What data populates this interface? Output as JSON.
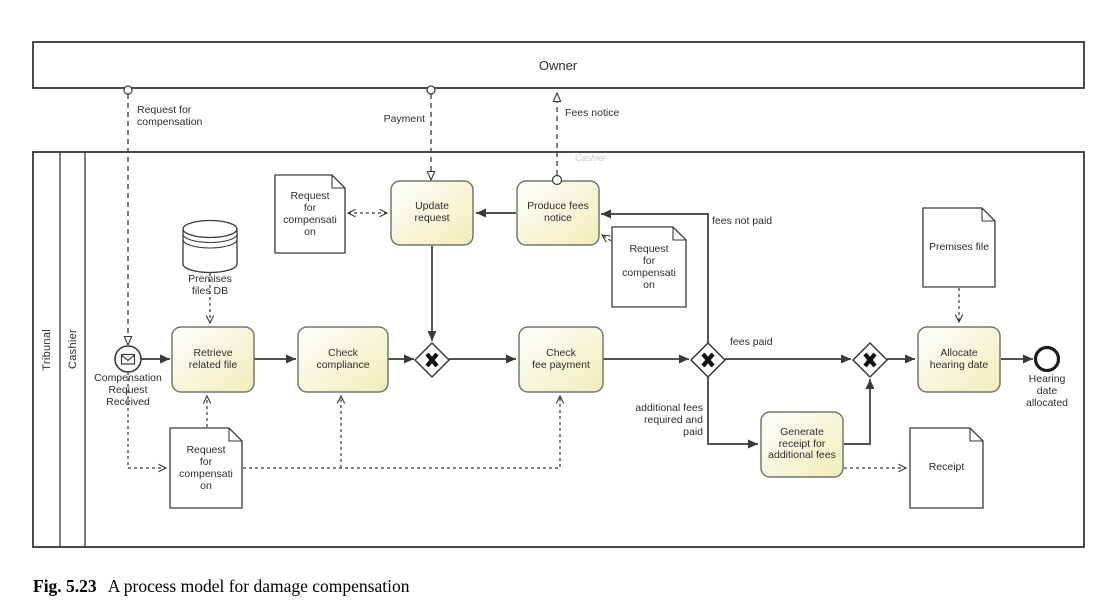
{
  "caption": {
    "fig": "Fig. 5.23",
    "title": "A process model for damage compensation"
  },
  "pools": {
    "owner": {
      "name": "Owner"
    },
    "tribunal": {
      "name": "Tribunal",
      "lane": "Cashier",
      "watermark": "Cashier"
    }
  },
  "events": {
    "start": {
      "label": "Compensation\nRequest\nReceived",
      "icon": "message-envelope"
    },
    "end": {
      "label": "Hearing\ndate\nallocated"
    }
  },
  "tasks": {
    "retrieve_related_file": {
      "label": "Retrieve\nrelated file"
    },
    "check_compliance": {
      "label": "Check\ncompliance"
    },
    "update_request": {
      "label": "Update\nrequest"
    },
    "produce_fees_notice": {
      "label": "Produce fees\nnotice"
    },
    "check_fee_payment": {
      "label": "Check\nfee payment"
    },
    "generate_receipt": {
      "label": "Generate\nreceipt for\nadditional fees"
    },
    "allocate_hearing_date": {
      "label": "Allocate\nhearing date"
    }
  },
  "gateways": {
    "join_before_fee_check": {
      "marker": "X"
    },
    "split_fee_outcome": {
      "marker": "X"
    },
    "merge_before_allocate": {
      "marker": "X"
    }
  },
  "data_objects": {
    "request_doc_update": {
      "label": "Request\nfor\ncompensati\non"
    },
    "request_doc_notice": {
      "label": "Request\nfor\ncompensati\non"
    },
    "request_doc_main": {
      "label": "Request\nfor\ncompensati\non"
    },
    "receipt": {
      "label": "Receipt"
    },
    "premises_file": {
      "label": "Premises file"
    }
  },
  "data_store": {
    "premises_db": {
      "label": "Premises\nfiles DB"
    }
  },
  "flow_labels": {
    "request_for_compensation": "Request for\ncompensation",
    "payment": "Payment",
    "fees_notice": "Fees notice",
    "fees_not_paid": "fees not paid",
    "fees_paid": "fees paid",
    "additional_fees": "additional fees\nrequired and\npaid"
  },
  "colors": {
    "line": "#3a3a3a",
    "pool_border": "#2b2b2b",
    "task_border": "#76766c",
    "task_fill_top": "#fefefe",
    "task_fill_bottom": "#f1edb8",
    "watermark_color": "#c6c6c6",
    "text": "#2e2e2e"
  }
}
